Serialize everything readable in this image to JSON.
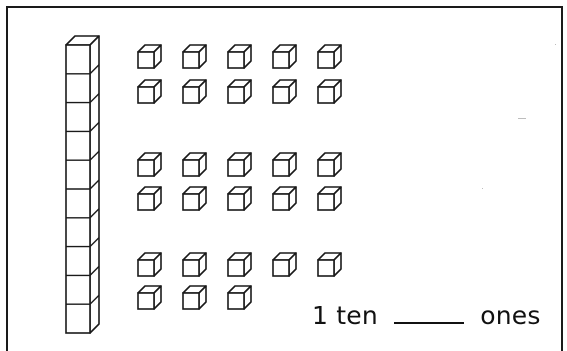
{
  "worksheet": {
    "tens_count": 1,
    "ones_rows": [
      5,
      5,
      5,
      5,
      5,
      3
    ],
    "answer": {
      "prefix": "1 ten",
      "suffix": "ones"
    }
  },
  "colors": {
    "stroke": "#1a1a1a",
    "background": "#ffffff"
  }
}
